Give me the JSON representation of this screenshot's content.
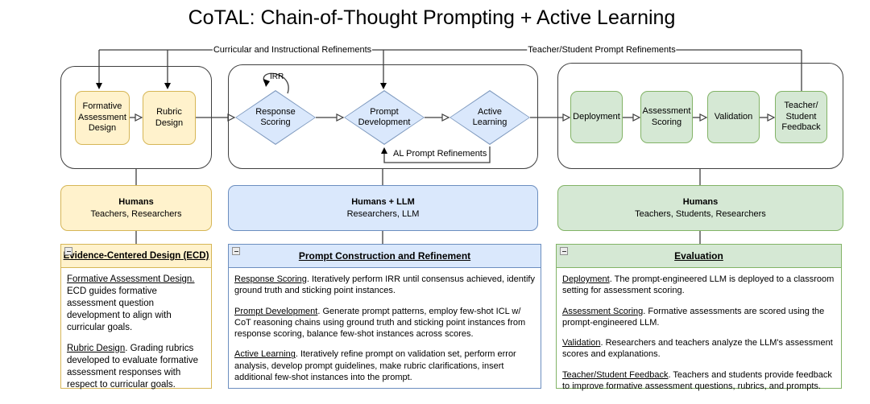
{
  "title": "CoTAL: Chain-of-Thought Prompting + Active Learning",
  "loops": {
    "curricular": "Curricular and Instructional Refinements",
    "teacher_student": "Teacher/Student Prompt Refinements",
    "al_prompt": "AL Prompt Refinements",
    "irr": "IRR"
  },
  "palette": {
    "yellow_fill": "#FFF2CC",
    "yellow_border": "#D6B656",
    "blue_fill": "#DAE8FC",
    "blue_border": "#6C8EBF",
    "green_fill": "#D5E8D4",
    "green_border": "#82B366",
    "line": "#3F3F3F"
  },
  "phases": [
    {
      "nodes": [
        "Formative\nAssessment\nDesign",
        "Rubric\nDesign"
      ],
      "actors": {
        "title": "Humans",
        "subtitle": "Teachers, Researchers"
      },
      "panel": {
        "heading": "Evidence-Centered Design (ECD)",
        "items": [
          {
            "term": "Formative Assessment Design.",
            "text": " ECD guides formative assessment question development to align with curricular goals."
          },
          {
            "term": "Rubric Design",
            "text": ". Grading rubrics developed to evaluate formative assessment responses with respect to curricular goals."
          }
        ]
      }
    },
    {
      "nodes": [
        "Response\nScoring",
        "Prompt\nDevelopment",
        "Active\nLearning"
      ],
      "actors": {
        "title": "Humans + LLM",
        "subtitle": "Researchers, LLM"
      },
      "panel": {
        "heading": "Prompt Construction and Refinement",
        "items": [
          {
            "term": "Response Scoring",
            "text": ". Iteratively perform IRR until consensus achieved, identify ground truth and sticking point instances."
          },
          {
            "term": "Prompt Development",
            "text": ". Generate prompt patterns, employ few-shot ICL w/ CoT reasoning chains using ground truth and sticking point instances from response scoring, balance few-shot instances across scores."
          },
          {
            "term": "Active Learning",
            "text": ". Iteratively refine prompt on validation set, perform error analysis, develop prompt guidelines, make rubric clarifications, insert additional few-shot instances into the prompt."
          }
        ]
      }
    },
    {
      "nodes": [
        "Deployment",
        "Assessment\nScoring",
        "Validation",
        "Teacher/\nStudent\nFeedback"
      ],
      "actors": {
        "title": "Humans",
        "subtitle": "Teachers, Students, Researchers"
      },
      "panel": {
        "heading": "Evaluation",
        "items": [
          {
            "term": "Deployment",
            "text": ". The prompt-engineered LLM is deployed to a classroom setting for assessment scoring."
          },
          {
            "term": "Assessment Scoring",
            "text": ". Formative assessments are scored using the prompt-engineered LLM."
          },
          {
            "term": "Validation",
            "text": ". Researchers and teachers analyze the LLM's assessment scores and explanations."
          },
          {
            "term": "Teacher/Student Feedback",
            "text": ". Teachers and students provide feedback to improve formative assessment questions, rubrics, and prompts."
          }
        ]
      }
    }
  ]
}
